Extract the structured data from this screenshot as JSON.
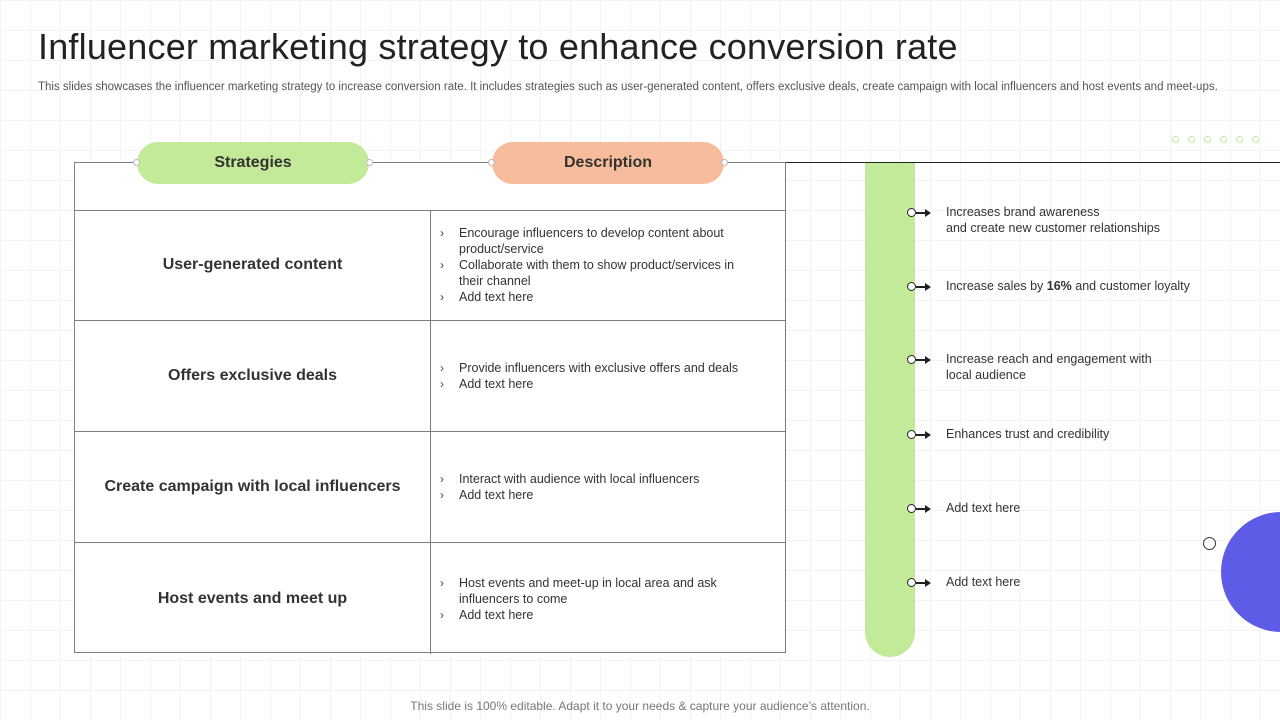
{
  "title": "Influencer marketing strategy to enhance conversion rate",
  "subtitle": "This slides showcases the influencer marketing strategy to increase conversion rate. It includes strategies such as user-generated content, offers exclusive deals, create campaign with local influencers and host events and meet-ups.",
  "table": {
    "header_strategies": "Strategies",
    "header_description": "Description",
    "rows": [
      {
        "strategy": "User-generated content",
        "bullets": [
          "Encourage influencers to develop content about product/service",
          "Collaborate with them to show product/services in their channel",
          "Add text here"
        ]
      },
      {
        "strategy": "Offers exclusive deals",
        "bullets": [
          "Provide influencers with exclusive offers and deals",
          "Add text here"
        ]
      },
      {
        "strategy": "Create campaign with local influencers",
        "bullets": [
          "Interact with audience with local influencers",
          "Add text here"
        ]
      },
      {
        "strategy": "Host events and meet up",
        "bullets": [
          "Host events and meet-up in local area and ask influencers to come",
          "Add text here"
        ]
      }
    ]
  },
  "benefits": [
    {
      "before": "Increases brand awareness\nand create new customer relationships",
      "bold": "",
      "after": ""
    },
    {
      "before": "Increase sales by ",
      "bold": "16%",
      "after": " and customer loyalty"
    },
    {
      "before": "Increase reach and engagement with\nlocal audience",
      "bold": "",
      "after": ""
    },
    {
      "before": "Enhances trust and credibility",
      "bold": "",
      "after": ""
    },
    {
      "before": "Add text here",
      "bold": "",
      "after": ""
    },
    {
      "before": "Add text here",
      "bold": "",
      "after": ""
    }
  ],
  "bullet_glyph": "›",
  "colors": {
    "green": "#c3ea98",
    "orange": "#f7bc9c",
    "blue": "#5e5ce6"
  },
  "footer": "This slide is 100% editable. Adapt it to your needs & capture your audience’s attention."
}
